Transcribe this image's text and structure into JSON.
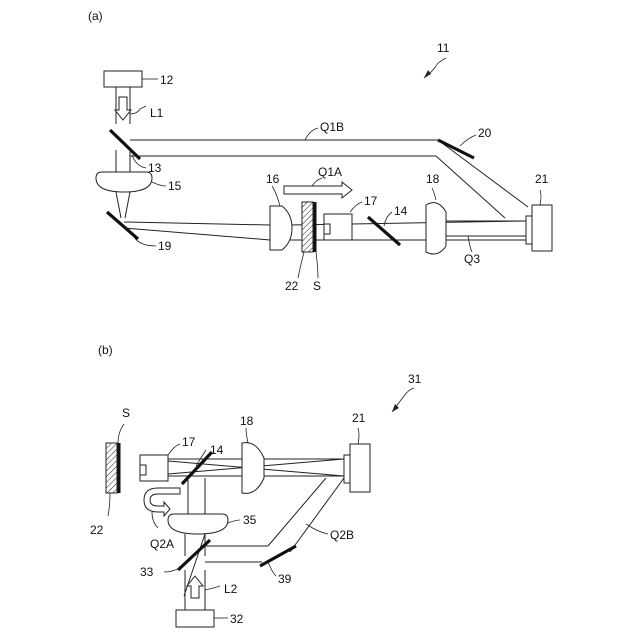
{
  "figure_a": {
    "panel_label": "(a)",
    "ref_apparatus": "11",
    "ref_source": "12",
    "ref_mirror_13": "13",
    "ref_mirror_14": "14",
    "ref_lens_15": "15",
    "ref_lens_16": "16",
    "ref_objective_17": "17",
    "ref_lens_18": "18",
    "ref_mirror_19": "19",
    "ref_mirror_20": "20",
    "ref_detector": "21",
    "ref_sample_holder": "22",
    "ref_sample": "S",
    "beam_light": "L1",
    "path_q1a": "Q1A",
    "path_q1b": "Q1B",
    "path_q3": "Q3"
  },
  "figure_b": {
    "panel_label": "(b)",
    "ref_apparatus": "31",
    "ref_sample": "S",
    "ref_sample_holder": "22",
    "ref_objective_17": "17",
    "ref_mirror_14": "14",
    "ref_lens_18": "18",
    "ref_detector": "21",
    "ref_lens_35": "35",
    "path_q2a": "Q2A",
    "path_q2b": "Q2B",
    "ref_mirror_33": "33",
    "ref_mirror_39": "39",
    "beam_light": "L2",
    "ref_source": "32"
  }
}
